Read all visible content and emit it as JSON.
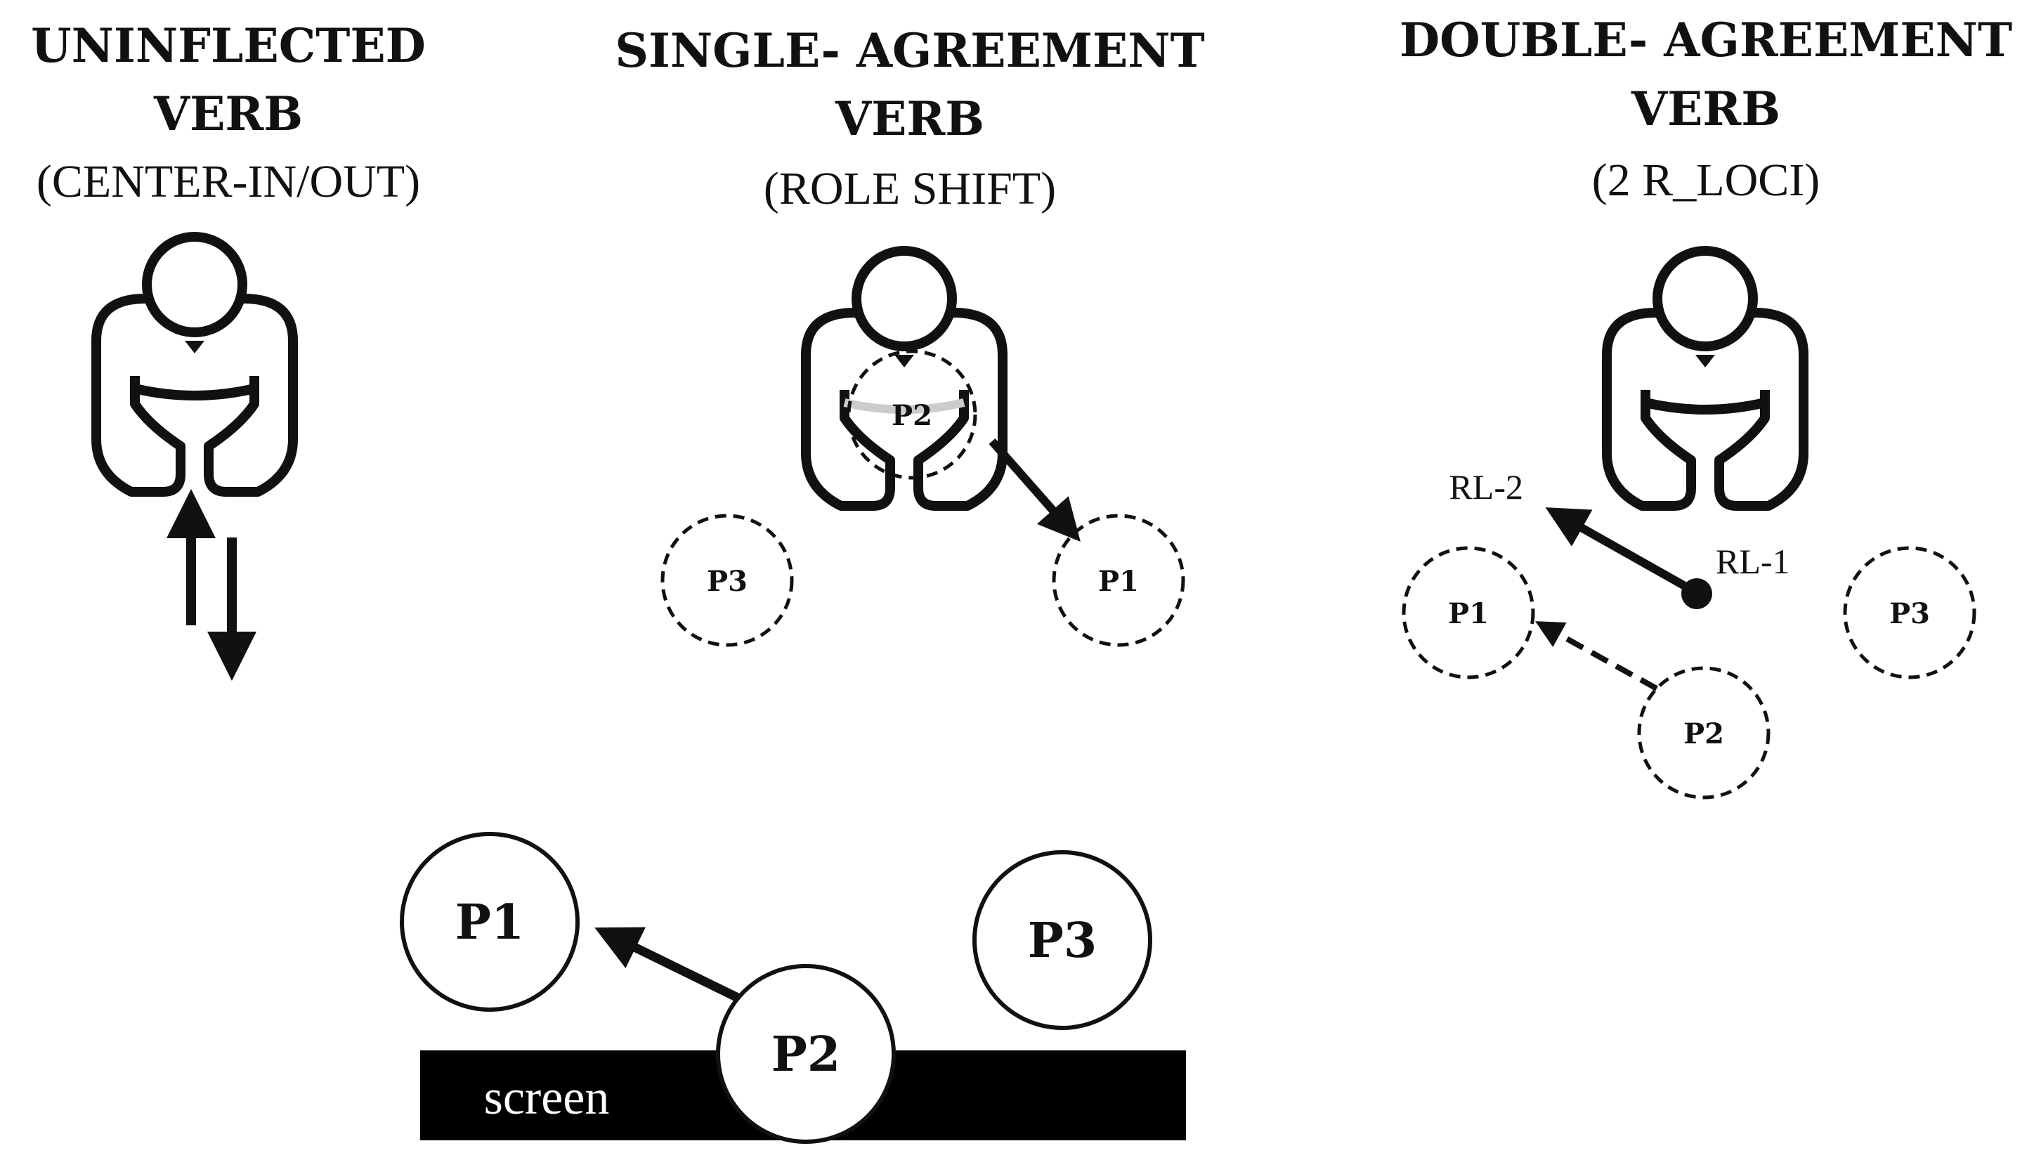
{
  "panels": {
    "uninflected": {
      "title_line1": "UNINFLECTED",
      "title_line2": "VERB",
      "subtitle": "(CENTER-IN/OUT)"
    },
    "single": {
      "title_line1": "SINGLE- AGREEMENT",
      "title_line2": "VERB",
      "subtitle": "(ROLE SHIFT)",
      "loci": {
        "p1": "P1",
        "p2": "P2",
        "p3": "P3"
      }
    },
    "double": {
      "title_line1": "DOUBLE- AGREEMENT",
      "title_line2": "VERB",
      "subtitle": "(2 R_LOCI)",
      "loci": {
        "p1": "P1",
        "p2": "P2",
        "p3": "P3"
      },
      "rl1": "RL-1",
      "rl2": "RL-2"
    }
  },
  "bottom": {
    "p1": "P1",
    "p2": "P2",
    "p3": "P3",
    "screen": "screen"
  }
}
